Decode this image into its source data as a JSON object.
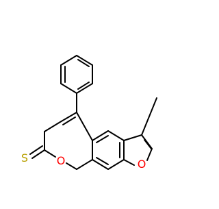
{
  "molecule": {
    "atom_labels": {
      "thione_s": "S",
      "ring_o_pyran": "O",
      "ring_o_furan": "O"
    },
    "substituents": [
      "phenyl",
      "methyl",
      "thioxo"
    ],
    "colors": {
      "bond": "#000000",
      "sulfur": "#b8a000",
      "oxygen": "#ff0000",
      "background": "#ffffff"
    }
  }
}
